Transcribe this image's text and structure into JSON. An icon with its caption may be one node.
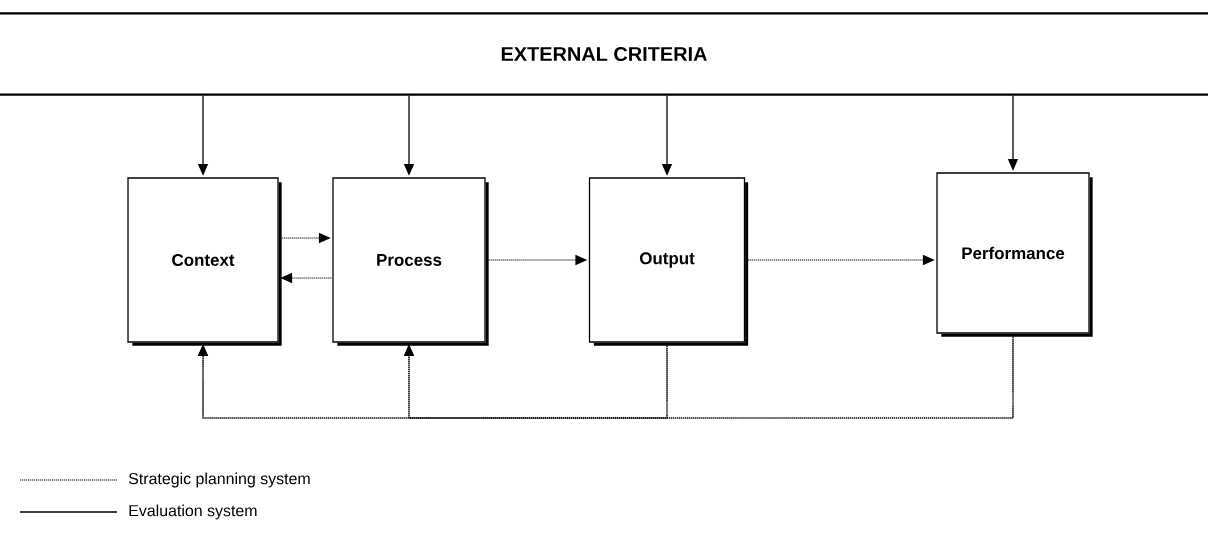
{
  "diagram": {
    "nodes": [
      {
        "text": [
          "EXTERNAL CRITERIA"
        ]
      },
      {
        "text": [
          "Context"
        ]
      },
      {
        "text": [
          "Process"
        ]
      },
      {
        "text": [
          "Output"
        ]
      },
      {
        "text": [
          "Performance"
        ]
      }
    ],
    "edges": [
      {
        "from": 0,
        "to": 1,
        "arrow": "to"
      },
      {
        "from": 0,
        "to": 2,
        "arrow": "to"
      },
      {
        "from": 0,
        "to": 3,
        "arrow": "to"
      },
      {
        "from": 0,
        "to": 4,
        "arrow": "to"
      },
      {
        "from": 1,
        "to": 2,
        "arrow": "to",
        "style": "dashed"
      },
      {
        "from": 2,
        "to": 1,
        "arrow": "to",
        "style": "dashed"
      },
      {
        "from": 2,
        "to": 3,
        "arrow": "to",
        "style": "dashed"
      },
      {
        "from": 3,
        "to": 4,
        "arrow": "to",
        "style": "dashed"
      },
      {
        "from": 3,
        "to": 1,
        "arrow": "to",
        "style": "dashed"
      },
      {
        "from": 3,
        "to": 2,
        "arrow": "to",
        "style": "dashed"
      },
      {
        "from": 4,
        "to": 1,
        "arrow": "to",
        "style": "dashed"
      },
      {
        "from": 4,
        "to": 2,
        "arrow": "to",
        "style": "dashed"
      }
    ],
    "legend": [
      {
        "text": "Strategic planning system"
      },
      {
        "text": "Evaluation system"
      }
    ]
  }
}
